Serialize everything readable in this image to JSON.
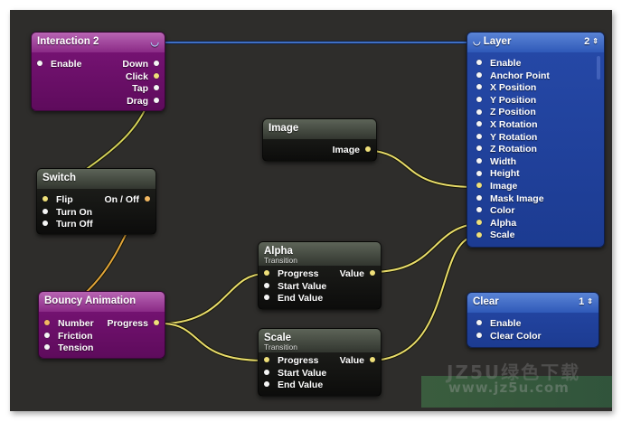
{
  "patches": {
    "interaction": {
      "title": "Interaction 2",
      "inputs": [
        "Enable"
      ],
      "outputs": [
        "Down",
        "Click",
        "Tap",
        "Drag"
      ]
    },
    "switch": {
      "title": "Switch",
      "inputs": [
        "Flip",
        "Turn On",
        "Turn Off"
      ],
      "outputs": [
        "On / Off"
      ]
    },
    "bouncy": {
      "title": "Bouncy Animation",
      "inputs": [
        "Number",
        "Friction",
        "Tension"
      ],
      "outputs": [
        "Progress"
      ]
    },
    "image": {
      "title": "Image",
      "outputs": [
        "Image"
      ]
    },
    "alpha": {
      "title": "Alpha",
      "subtitle": "Transition",
      "inputs": [
        "Progress",
        "Start Value",
        "End Value"
      ],
      "outputs": [
        "Value"
      ]
    },
    "scale": {
      "title": "Scale",
      "subtitle": "Transition",
      "inputs": [
        "Progress",
        "Start Value",
        "End Value"
      ],
      "outputs": [
        "Value"
      ]
    },
    "layer": {
      "title": "Layer",
      "layer_index": "2",
      "inputs": [
        "Enable",
        "Anchor Point",
        "X Position",
        "Y Position",
        "Z Position",
        "X Rotation",
        "Y Rotation",
        "Z Rotation",
        "Width",
        "Height",
        "Image",
        "Mask Image",
        "Color",
        "Alpha",
        "Scale"
      ]
    },
    "clear": {
      "title": "Clear",
      "layer_index": "1",
      "inputs": [
        "Enable",
        "Clear Color"
      ]
    }
  },
  "icons": {
    "stepper": "⇕",
    "layer_link": "◡",
    "interaction_link": "◡"
  },
  "colors": {
    "canvas": "#2e2d2b",
    "wire_active": "#e8dc6a",
    "wire_orange": "#e3a63a",
    "wire_blue": "#3f6fc4",
    "patch_purple": "#7c1579",
    "patch_blue": "#2649a8",
    "patch_black": "#1a1b18"
  },
  "watermark": {
    "line1": "JZ5U绿色下载",
    "line2": "www.jz5u.com"
  }
}
